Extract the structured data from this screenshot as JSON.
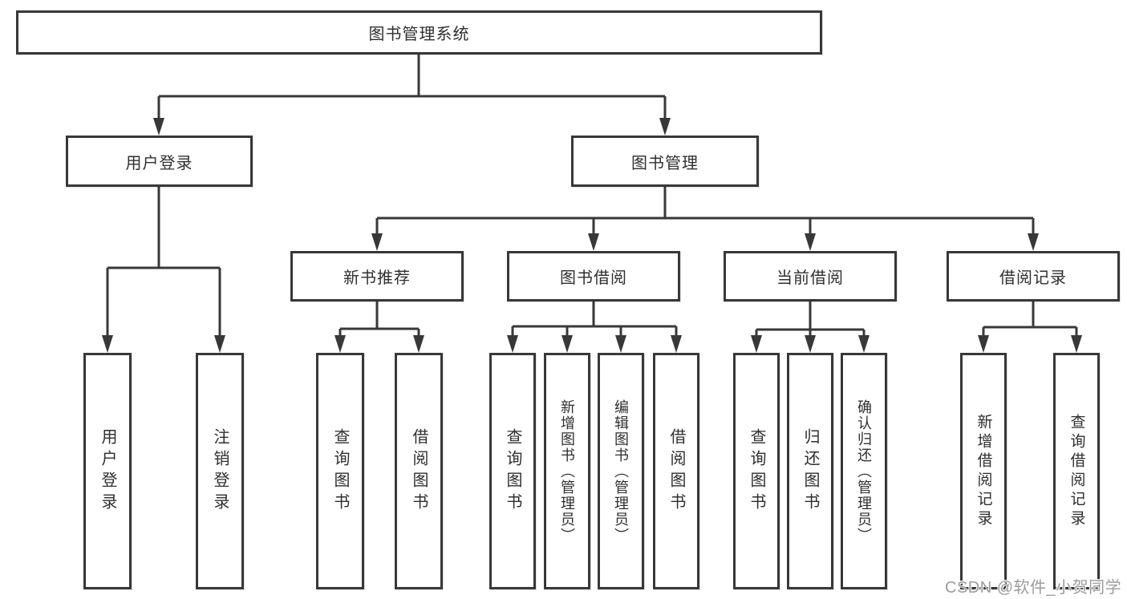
{
  "diagram": {
    "title": "图书管理系统",
    "level2": [
      {
        "label": "用户登录"
      },
      {
        "label": "图书管理"
      }
    ],
    "level3": [
      {
        "label": "新书推荐",
        "parent": "图书管理"
      },
      {
        "label": "图书借阅",
        "parent": "图书管理"
      },
      {
        "label": "当前借阅",
        "parent": "图书管理"
      },
      {
        "label": "借阅记录",
        "parent": "图书管理"
      }
    ],
    "leaves": [
      {
        "label": "用户登录",
        "parent": "用户登录"
      },
      {
        "label": "注销登录",
        "parent": "用户登录"
      },
      {
        "label": "查询图书",
        "parent": "新书推荐"
      },
      {
        "label": "借阅图书",
        "parent": "新书推荐"
      },
      {
        "label": "查询图书",
        "parent": "图书借阅"
      },
      {
        "label": "新增图书（管理员）",
        "parent": "图书借阅"
      },
      {
        "label": "编辑图书（管理员）",
        "parent": "图书借阅"
      },
      {
        "label": "借阅图书",
        "parent": "图书借阅"
      },
      {
        "label": "查询图书",
        "parent": "当前借阅"
      },
      {
        "label": "归还图书",
        "parent": "当前借阅"
      },
      {
        "label": "确认归还（管理员）",
        "parent": "当前借阅"
      },
      {
        "label": "新增借阅记录",
        "parent": "借阅记录"
      },
      {
        "label": "查询借阅记录",
        "parent": "借阅记录"
      }
    ]
  },
  "watermark": "CSDN @软件_小贺同学",
  "colors": {
    "line": "#383838",
    "box_border": "#383838",
    "text": "#2f2f2f",
    "watermark": "#9c9c9c",
    "background": "#ffffff"
  }
}
